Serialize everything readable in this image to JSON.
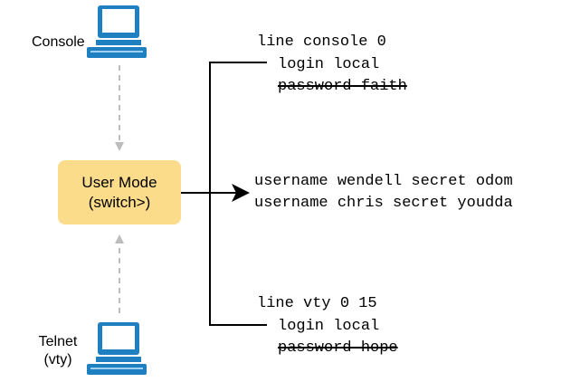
{
  "endpoints": {
    "console_label": "Console",
    "telnet_label_line1": "Telnet",
    "telnet_label_line2": "(vty)"
  },
  "user_mode": {
    "line1": "User Mode",
    "line2": "(switch>)"
  },
  "console_config": {
    "line": "line console 0",
    "login": "login local",
    "password": "password faith"
  },
  "usernames": {
    "line1": "username wendell secret odom",
    "line2": "username chris secret youdda"
  },
  "vty_config": {
    "line": "line vty 0 15",
    "login": "login local",
    "password": "password hope"
  },
  "colors": {
    "pc_blue": "#1e7fc1",
    "mode_box": "#fbdc8a",
    "dashed_arrow": "#bdbdbd"
  }
}
